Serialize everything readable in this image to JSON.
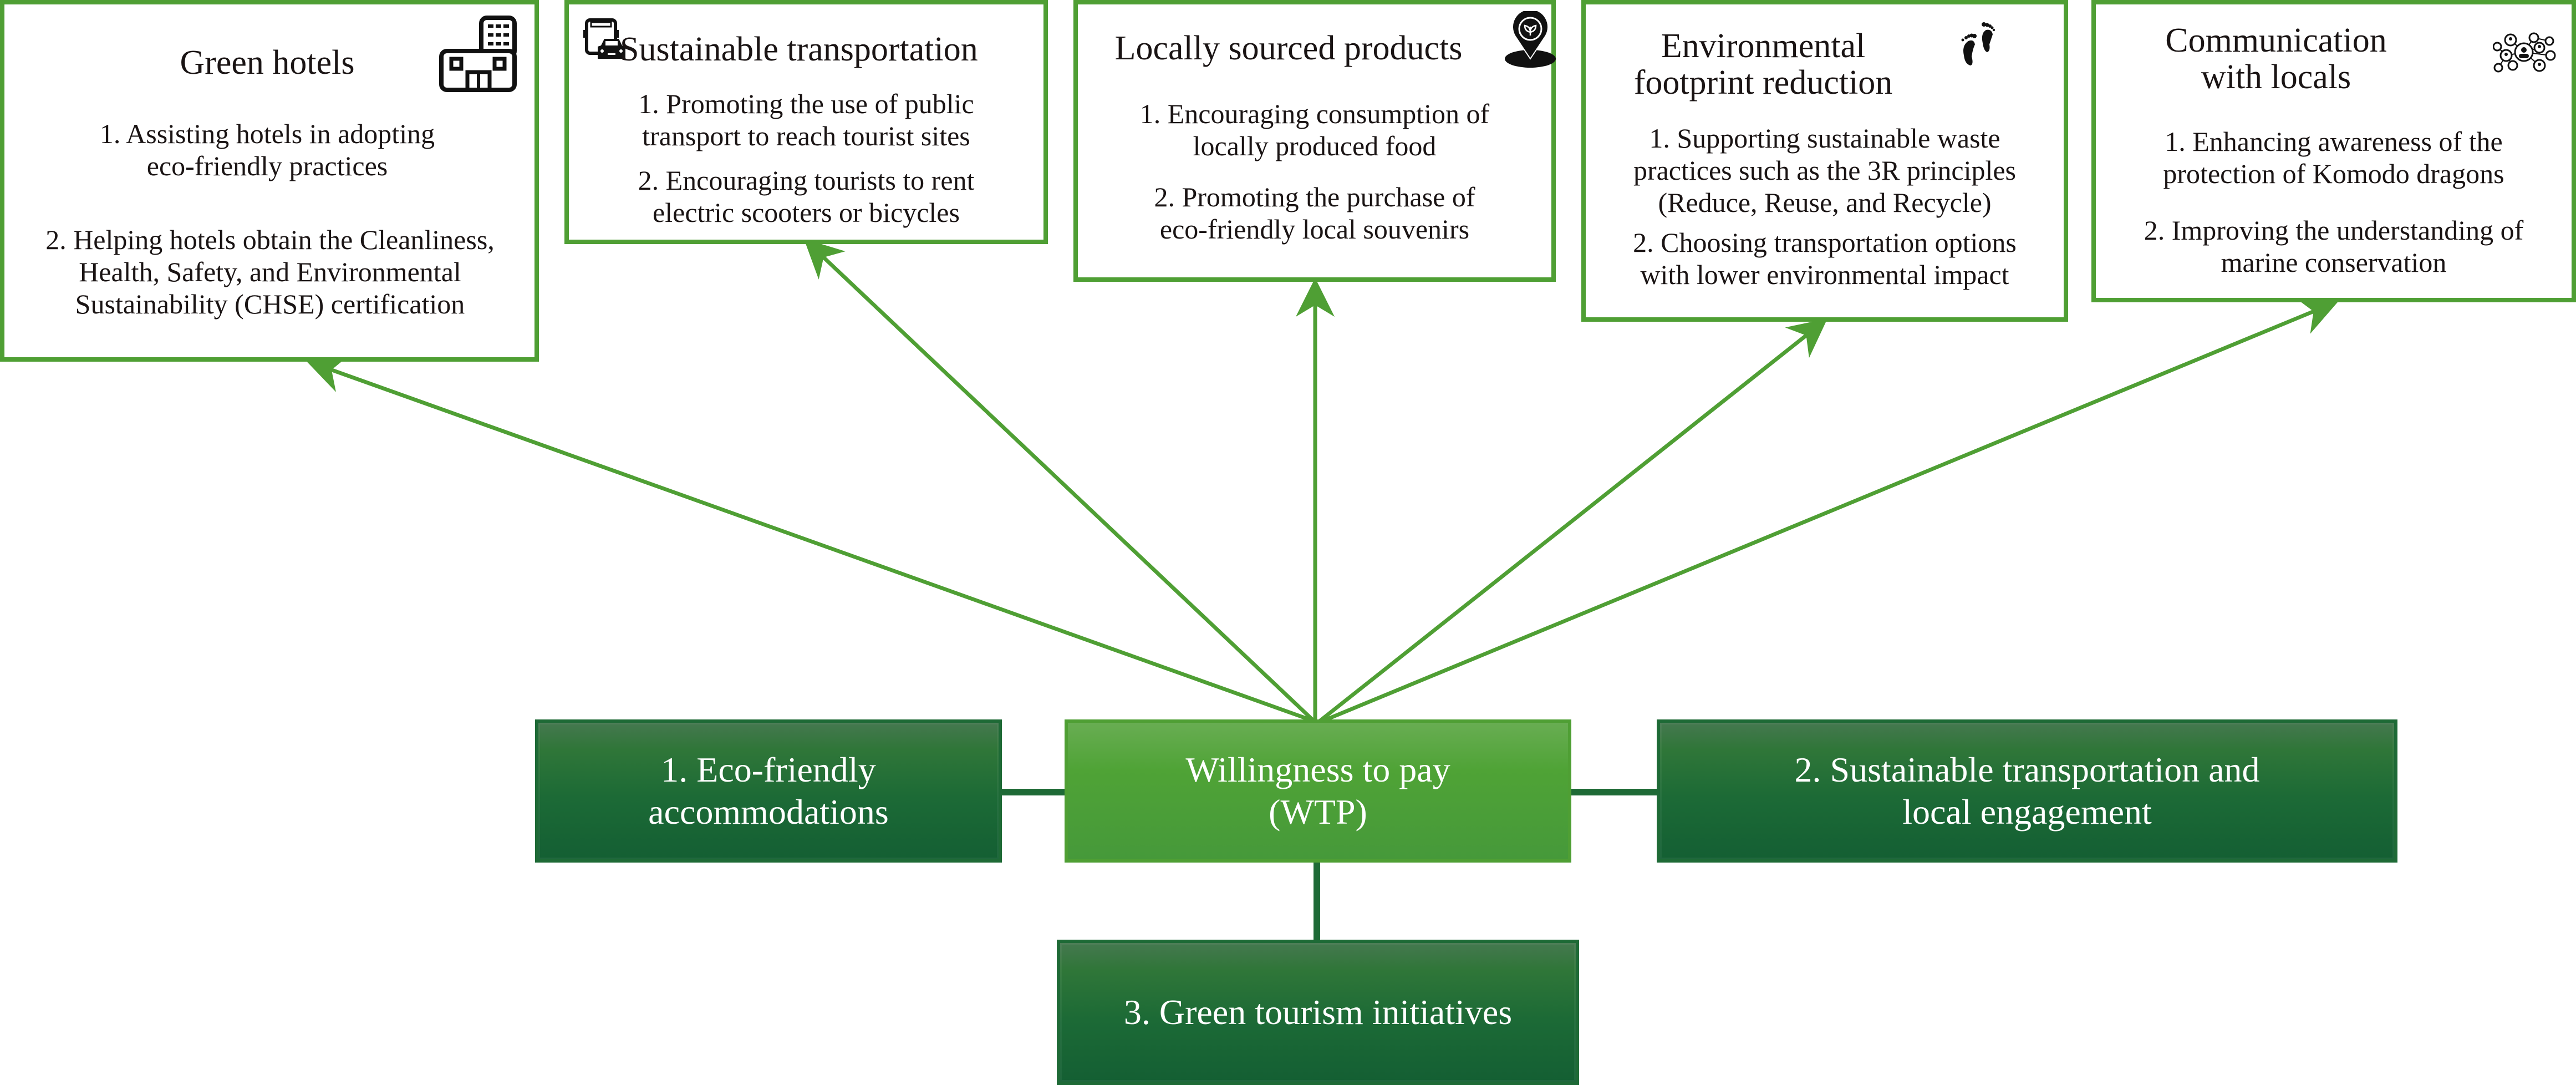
{
  "colors": {
    "card_border": "#4f9f34",
    "arrow": "#4f9f34",
    "dark_node": "#1c6a36",
    "center_node": "#4fa336",
    "connector": "#1e6a36"
  },
  "center": {
    "line1": "Willingness to pay",
    "line2": "(WTP)"
  },
  "categories": [
    {
      "line1": "1. Eco-friendly",
      "line2": "accommodations"
    },
    {
      "line1": "2. Sustainable transportation and",
      "line2": "local engagement"
    },
    {
      "line1": "3. Green tourism initiatives",
      "line2": ""
    }
  ],
  "cards": [
    {
      "title": [
        "Green hotels"
      ],
      "icon": "hotel-building-icon",
      "items": [
        [
          "1. Assisting hotels in adopting",
          "eco-friendly practices"
        ],
        [
          "2. Helping hotels obtain the Cleanliness,",
          "Health, Safety, and Environmental",
          "Sustainability (CHSE) certification"
        ]
      ]
    },
    {
      "title": [
        "Sustainable transportation"
      ],
      "icon": "bus-car-icon",
      "items": [
        [
          "1. Promoting the use of public",
          "transport to reach tourist sites"
        ],
        [
          "2. Encouraging tourists to rent",
          "electric scooters or bicycles"
        ]
      ]
    },
    {
      "title": [
        "Locally sourced products"
      ],
      "icon": "location-leaf-pin-icon",
      "items": [
        [
          "1. Encouraging consumption of",
          "locally produced food"
        ],
        [
          "2. Promoting the purchase of",
          "eco-friendly local souvenirs"
        ]
      ]
    },
    {
      "title": [
        "Environmental",
        "footprint reduction"
      ],
      "icon": "footprints-icon",
      "items": [
        [
          "1. Supporting sustainable waste",
          "practices such as the 3R principles",
          "(Reduce, Reuse, and Recycle)"
        ],
        [
          "2. Choosing transportation options",
          "with lower environmental impact"
        ]
      ]
    },
    {
      "title": [
        "Communication",
        "with locals"
      ],
      "icon": "people-network-icon",
      "items": [
        [
          "1. Enhancing awareness of the",
          "protection of Komodo dragons"
        ],
        [
          "2. Improving the understanding of",
          "marine conservation"
        ]
      ]
    }
  ]
}
